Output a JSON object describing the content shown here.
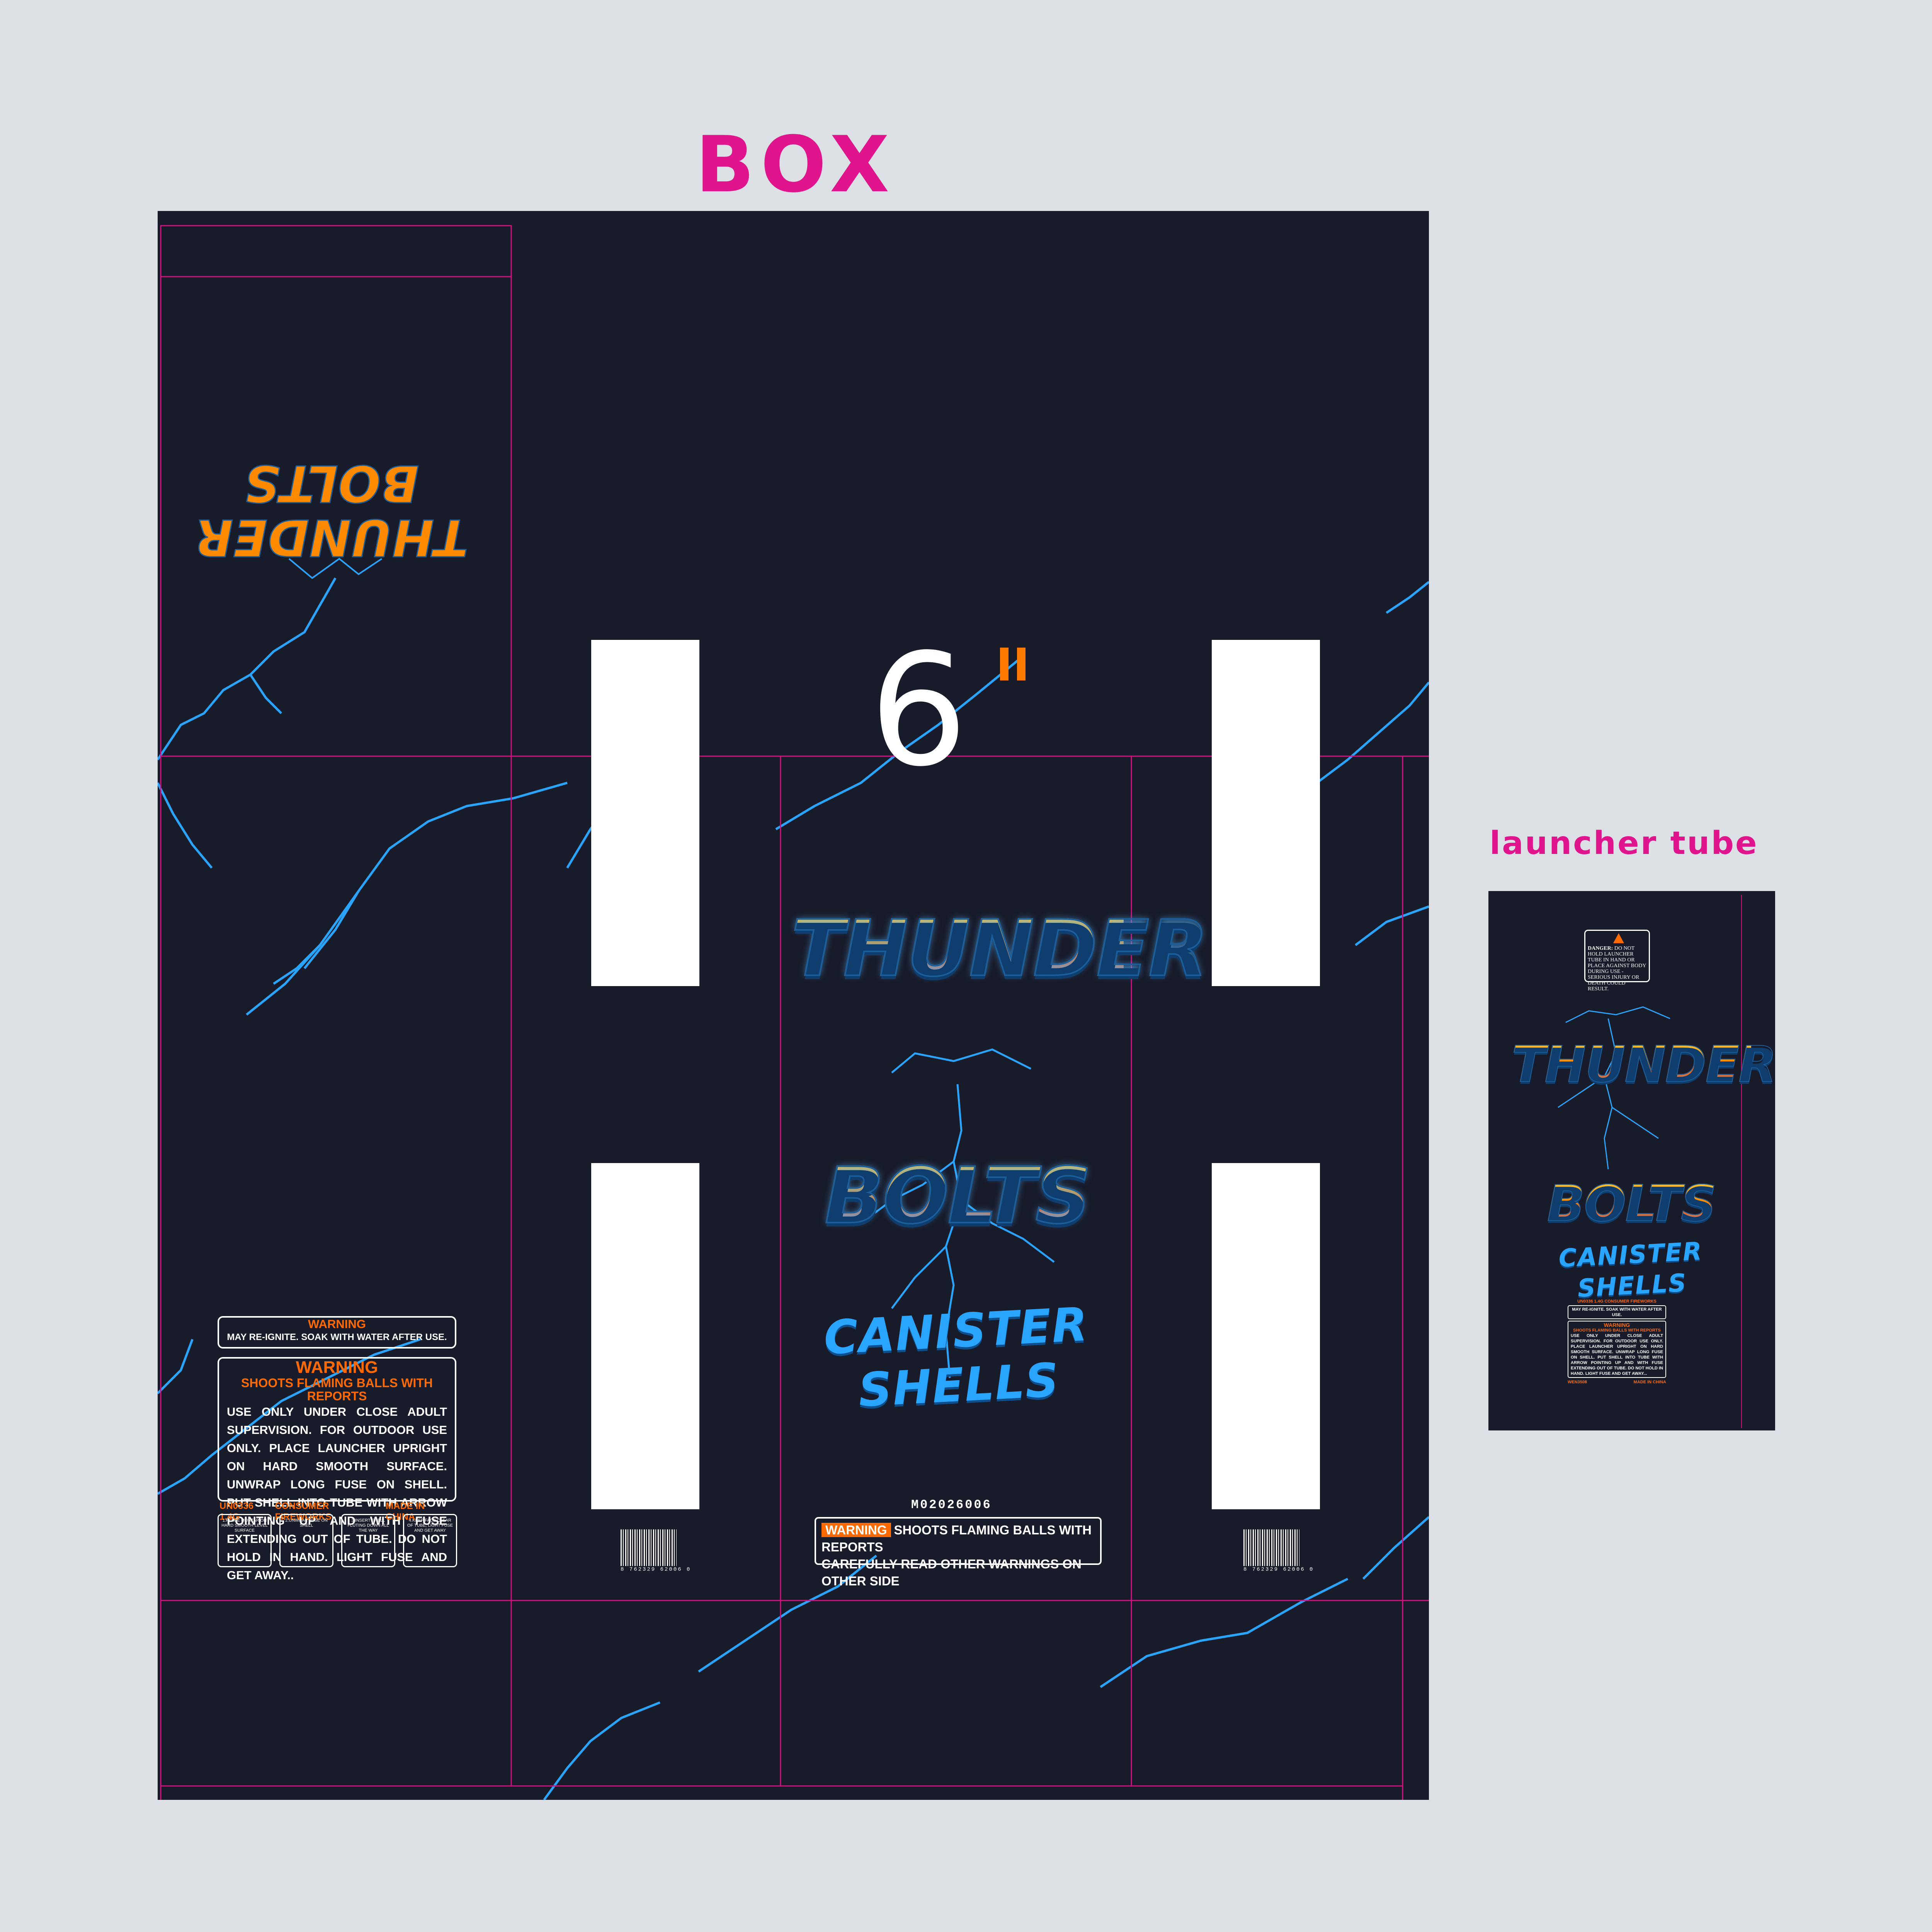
{
  "labels": {
    "box": "BOX",
    "launcher_tube": "launcher tube"
  },
  "colors": {
    "accent_magenta": "#e0148c",
    "background": "#dde0e5",
    "panel_navy": "#181b2a",
    "orange": "#ff6a00",
    "lightning_blue": "#2aa5ff"
  },
  "front": {
    "size_number": "6",
    "title_top": "THUNDER",
    "title_bottom": "BOLTS",
    "subtitle": "CANISTER SHELLS",
    "item_code": "M02026006",
    "warning_tag": "WARNING",
    "warning_line1": "SHOOTS FLAMING BALLS WITH REPORTS",
    "warning_line2": "CAREFULLY READ OTHER WARNINGS ON OTHER SIDE"
  },
  "flap_logo": {
    "title_top": "THUNDER",
    "title_bottom": "BOLTS"
  },
  "side_warning": {
    "small_title": "WARNING",
    "small_text": "MAY RE-IGNITE. SOAK WITH WATER AFTER USE.",
    "title": "WARNING",
    "subtitle": "SHOOTS FLAMING BALLS WITH REPORTS",
    "body": "USE ONLY UNDER CLOSE ADULT SUPERVISION. FOR OUTDOOR USE ONLY. PLACE LAUNCHER UPRIGHT ON HARD SMOOTH SURFACE. UNWRAP LONG FUSE ON SHELL. PUT SHELL INTO TUBE WITH ARROW POINTING UP AND WITH FUSE EXTENDING OUT OF TUBE. DO NOT HOLD IN HAND. LIGHT FUSE AND GET AWAY..",
    "un_code": "UN0336 1.4G",
    "consumer": "CONSUMER FIREWORKS",
    "origin": "MADE IN CHINA",
    "pictograms": [
      "1.PLACE MORTAR ON HARD SMOOTH LEVEL SURFACE",
      "2.UNWRAP FUSE ON SHELL",
      "3.INSERT SHELL FLUTING DOWN ALL THE WAY",
      "4.KEEP FACE CLEAR OF TUBE, LIGHT FUSE AND GET AWAY"
    ]
  },
  "barcodes": [
    {
      "digits": "8 762329 62006 0"
    },
    {
      "digits": "8 762329 62006 0"
    }
  ],
  "tube": {
    "danger_title": "DANGER:",
    "danger_text": "DO NOT HOLD LAUNCHER TUBE IN HAND OR PLACE AGAINST BODY DURING USE - SERIOUS INJURY OR DEATH COULD RESULT.",
    "title_top": "THUNDER",
    "title_bottom": "BOLTS",
    "subtitle": "CANISTER SHELLS",
    "un_line": "UN0336 1.4G  CONSUMER FIREWORKS",
    "reignite": "MAY RE-IGNITE. SOAK WITH WATER AFTER USE.",
    "warn_title": "WARNING",
    "warn_subtitle": "SHOOTS FLAMING BALLS WITH REPORTS",
    "warn_body": "USE ONLY UNDER CLOSE ADULT SUPERVISION. FOR OUTDOOR USE ONLY. PLACE LAUNCHER UPRIGHT ON HARD SMOOTH SURFACE. UNWRAP LONG FUSE ON SHELL. PUT SHELL INTO TUBE WITH ARROW POINTING UP AND WITH FUSE EXTENDING OUT OF TUBE. DO NOT HOLD IN HAND. LIGHT FUSE AND GET AWAY...",
    "code": "WEN3508",
    "origin": "MADE IN CHINA"
  }
}
